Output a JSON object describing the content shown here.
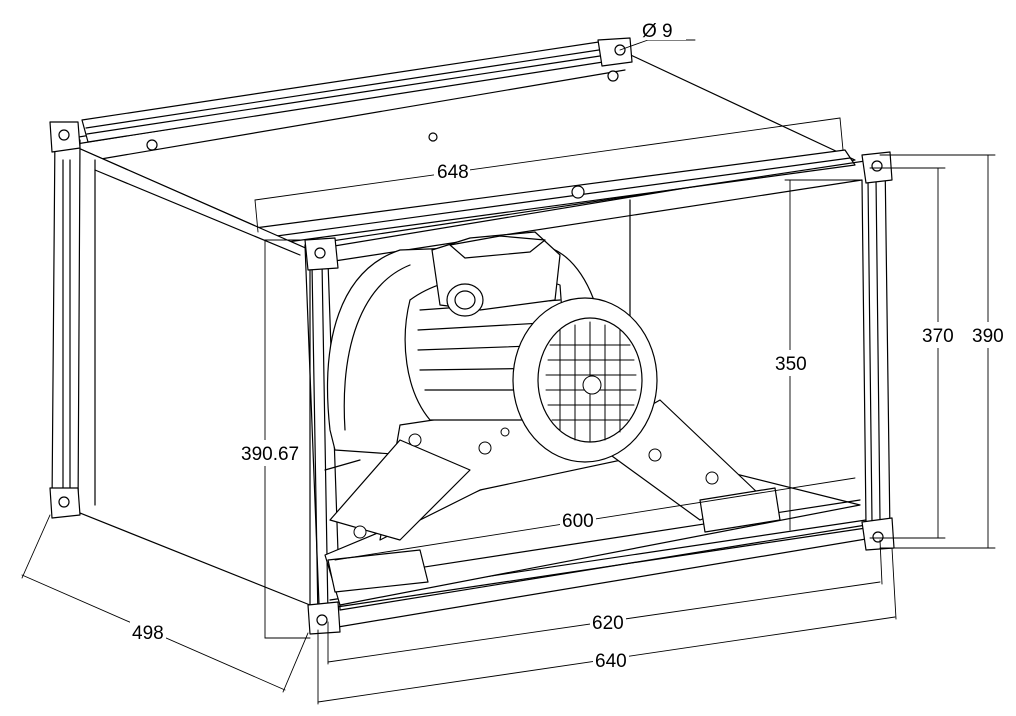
{
  "drawing": {
    "dimensions": {
      "hole_diameter": "Ø  9",
      "top_width": "648",
      "height_outer": "390",
      "height_flange": "370",
      "height_inner": "350",
      "height_left": "390.67",
      "inner_width": "600",
      "flange_width": "620",
      "outer_width": "640",
      "depth": "498"
    },
    "line_color": "#000000",
    "background": "#ffffff"
  }
}
